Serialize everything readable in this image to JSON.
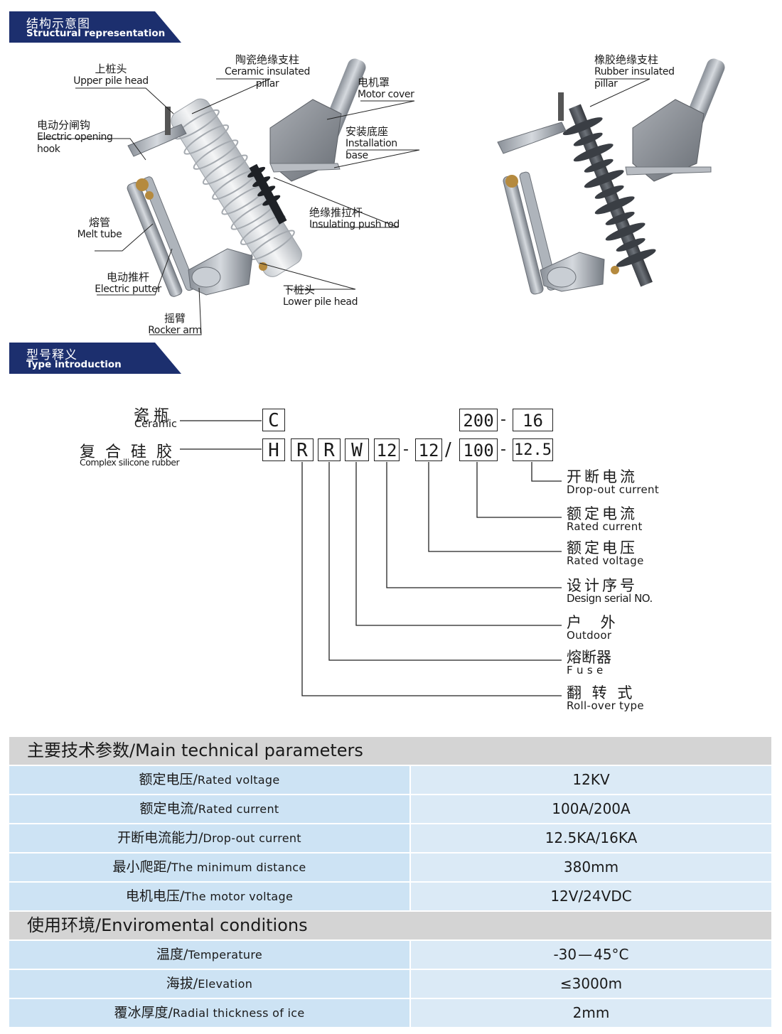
{
  "structure": {
    "tab": {
      "zh": "结构示意图",
      "en": "Structural representation"
    },
    "labels": {
      "upper_pile_head": {
        "zh": "上桩头",
        "en": "Upper pile head"
      },
      "ceramic_pillar": {
        "zh": "陶瓷绝缘支柱",
        "en": "Ceramic insulated pillar"
      },
      "motor_cover": {
        "zh": "电机罩",
        "en": "Motor cover"
      },
      "installation_base": {
        "zh": "安装底座",
        "en": "Installation base"
      },
      "electric_opening_hook": {
        "zh": "电动分闸钩",
        "en": "Electric opening hook"
      },
      "melt_tube": {
        "zh": "熔管",
        "en": "Melt tube"
      },
      "insulating_push_rod": {
        "zh": "绝缘推拉杆",
        "en": "Insulating push rod"
      },
      "electric_putter": {
        "zh": "电动推杆",
        "en": "Electric putter"
      },
      "lower_pile_head": {
        "zh": "下桩头",
        "en": "Lower pile head"
      },
      "rocker_arm": {
        "zh": "摇臂",
        "en": "Rocker arm"
      },
      "rubber_pillar": {
        "zh": "橡胶绝缘支柱",
        "en": "Rubber insulated pillar"
      }
    }
  },
  "type_intro": {
    "tab": {
      "zh": "型号释义",
      "en": "Type introduction"
    },
    "left": {
      "ceramic": {
        "zh": "瓷瓶",
        "en": "Ceramic"
      },
      "silicone": {
        "zh": "复合硅胶",
        "en": "Complex silicone rubber"
      }
    },
    "codes": {
      "top_c": "C",
      "top_200": "200",
      "top_dash": "-",
      "top_16": "16",
      "h": "H",
      "r1": "R",
      "r2": "R",
      "w": "W",
      "n12a": "12",
      "dash1": "-",
      "n12b": "12",
      "slash": "/",
      "n100": "100",
      "dash2": "-",
      "n125": "12.5"
    },
    "descriptions": [
      {
        "zh": "开断电流",
        "en": "Drop-out current"
      },
      {
        "zh": "额定电流",
        "en": "Rated  current"
      },
      {
        "zh": "额定电压",
        "en": "Rated  voltage"
      },
      {
        "zh": "设计序号",
        "en": "Design serial NO."
      },
      {
        "zh": "户 外",
        "en": "Outdoor"
      },
      {
        "zh": "熔断器",
        "en": "F u s e"
      },
      {
        "zh": "翻 转 式",
        "en": "Roll-over type"
      }
    ]
  },
  "params": {
    "title": {
      "zh": "主要技术参数/",
      "en": "Main technical parameters"
    },
    "rows": [
      {
        "zh": "额定电压/",
        "en": "Rated voltage",
        "value": "12KV"
      },
      {
        "zh": "额定电流/",
        "en": "Rated current",
        "value": "100A/200A"
      },
      {
        "zh": "开断电流能力/",
        "en": "Drop-out current",
        "value": "12.5KA/16KA"
      },
      {
        "zh": "最小爬距/",
        "en": "The minimum distance",
        "value": "380mm"
      },
      {
        "zh": "电机电压/",
        "en": "The motor voltage",
        "value": "12V/24VDC"
      }
    ]
  },
  "env": {
    "title": {
      "zh": "使用环境/",
      "en": "Enviromental conditions"
    },
    "rows": [
      {
        "zh": "温度/",
        "en": "Temperature",
        "value": "-30 — 45°C"
      },
      {
        "zh": "海拔/",
        "en": "Elevation",
        "value": "≤3000m"
      },
      {
        "zh": "覆冰厚度/",
        "en": "Radial thickness of ice",
        "value": "2mm"
      }
    ]
  },
  "colors": {
    "tab_navy": "#1c2f6e",
    "header_grey": "#d4d4d4",
    "cell_blue": "#cde3f4",
    "value_blue": "#dbeaf6"
  }
}
